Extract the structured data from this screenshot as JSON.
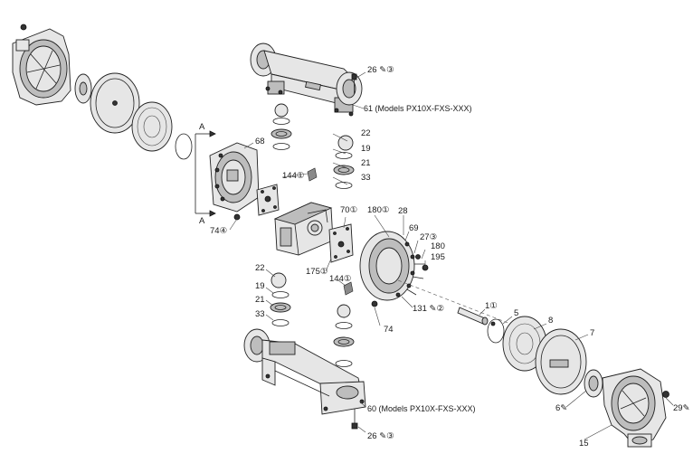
{
  "labels": {
    "sec_a_top": "A",
    "sec_a_bottom": "A",
    "p68": "68",
    "p26_top": "26",
    "p61": "61 (Models PX10X-FXS-XXX)",
    "p22_top": "22",
    "p19_top": "19",
    "p21_top": "21",
    "p33_top": "33",
    "p144_top": "144",
    "p74_left": "74",
    "p70": "70",
    "p180_a": "180",
    "p28": "28",
    "p69": "69",
    "p27": "27",
    "p180_b": "180",
    "p195": "195",
    "p175": "175",
    "p144_mid": "144",
    "p22_bot": "22",
    "p19_bot": "19",
    "p21_bot": "21",
    "p33_bot": "33",
    "p131": "131",
    "p74_mid": "74",
    "p1": "1",
    "p5": "5",
    "p8": "8",
    "p7": "7",
    "p6": "6",
    "p29": "29",
    "p15": "15",
    "p60": "60 (Models PX10X-FXS-XXX)",
    "p26_bot": "26"
  },
  "colors": {
    "line": "#222222",
    "part_fill": "#e6e6e6",
    "part_dark": "#bdbdbd",
    "warning_badge": "#8a8a8a"
  },
  "icons": [
    "numbered-circle-icon",
    "lubricant-icon",
    "warning-badge-icon"
  ]
}
